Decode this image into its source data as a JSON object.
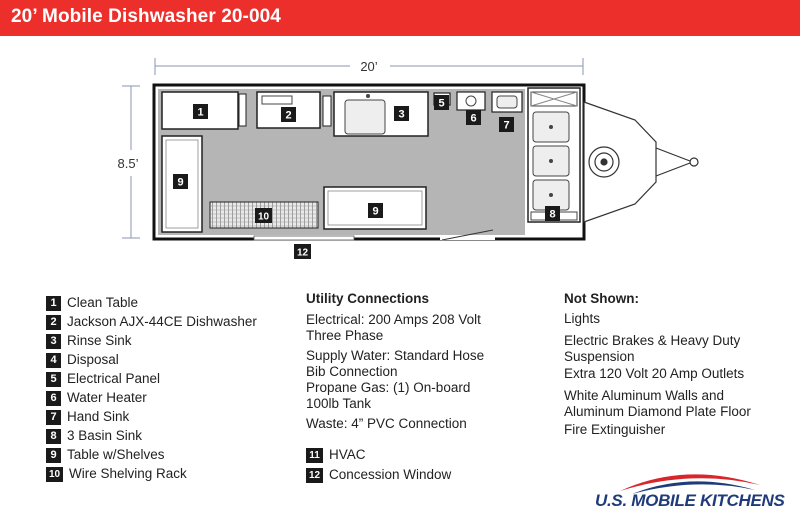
{
  "header": {
    "title": "20’ Mobile Dishwasher 20-004"
  },
  "dimensions": {
    "length": "20’",
    "width": "8.5’"
  },
  "plan_labels": {
    "clean_table": "1",
    "dishwasher": "2",
    "rinse_sink": "3",
    "elec_panel": "5",
    "water_heater": "6",
    "hand_sink": "7",
    "basin_sink": "8",
    "table_left": "9",
    "table_bottom": "9",
    "shelving": "10",
    "concession": "12"
  },
  "legend": [
    {
      "num": "1",
      "label": "Clean Table"
    },
    {
      "num": "2",
      "label": "Jackson AJX-44CE Dishwasher"
    },
    {
      "num": "3",
      "label": "Rinse Sink"
    },
    {
      "num": "4",
      "label": "Disposal"
    },
    {
      "num": "5",
      "label": "Electrical Panel"
    },
    {
      "num": "6",
      "label": "Water Heater"
    },
    {
      "num": "7",
      "label": "Hand Sink"
    },
    {
      "num": "8",
      "label": "3 Basin Sink"
    },
    {
      "num": "9",
      "label": "Table w/Shelves"
    },
    {
      "num": "10",
      "label": "Wire Shelving Rack"
    }
  ],
  "utility": {
    "title": "Utility Connections",
    "items": [
      "Electrical: 200 Amps 208 Volt\nThree Phase",
      "Supply Water: Standard Hose\nBib Connection",
      "Propane Gas: (1) On-board\n100lb Tank",
      "Waste: 4” PVC Connection"
    ],
    "numbered": [
      {
        "num": "11",
        "label": "HVAC"
      },
      {
        "num": "12",
        "label": "Concession Window"
      }
    ]
  },
  "not_shown": {
    "title": "Not Shown:",
    "items": [
      "Lights",
      "Electric Brakes & Heavy Duty\nSuspension",
      "Extra 120 Volt 20 Amp Outlets",
      "White Aluminum Walls and\nAluminum Diamond Plate Floor",
      "Fire Extinguisher"
    ]
  },
  "logo": {
    "text": "U.S. MOBILE KITCHENS"
  },
  "colors": {
    "header": "#ec2f2b",
    "floor": "#b5b5b5",
    "logo_blue": "#1f3b7a",
    "logo_red": "#d8262b"
  }
}
